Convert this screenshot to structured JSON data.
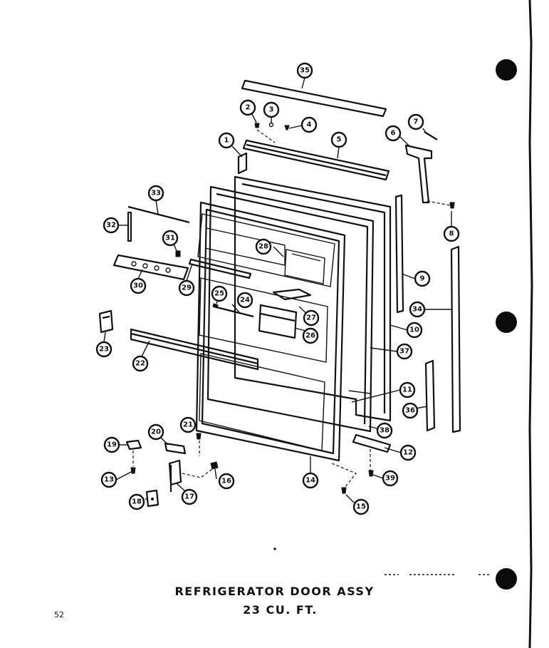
{
  "document": {
    "title_line_1": "REFRIGERATOR DOOR ASSY",
    "title_line_2": "23 CU. FT.",
    "page_number": "52"
  },
  "callouts": [
    {
      "key": "1",
      "label": "1"
    },
    {
      "key": "2",
      "label": "2"
    },
    {
      "key": "3",
      "label": "3"
    },
    {
      "key": "4",
      "label": "4"
    },
    {
      "key": "5",
      "label": "5"
    },
    {
      "key": "6",
      "label": "6"
    },
    {
      "key": "7",
      "label": "7"
    },
    {
      "key": "8",
      "label": "8"
    },
    {
      "key": "9",
      "label": "9"
    },
    {
      "key": "10",
      "label": "10"
    },
    {
      "key": "11",
      "label": "11"
    },
    {
      "key": "12",
      "label": "12"
    },
    {
      "key": "13",
      "label": "13"
    },
    {
      "key": "14",
      "label": "14"
    },
    {
      "key": "15",
      "label": "15"
    },
    {
      "key": "16",
      "label": "16"
    },
    {
      "key": "17",
      "label": "17"
    },
    {
      "key": "18",
      "label": "18"
    },
    {
      "key": "19",
      "label": "19"
    },
    {
      "key": "20",
      "label": "20"
    },
    {
      "key": "21",
      "label": "21"
    },
    {
      "key": "22",
      "label": "22"
    },
    {
      "key": "23",
      "label": "23"
    },
    {
      "key": "24",
      "label": "24"
    },
    {
      "key": "25",
      "label": "25"
    },
    {
      "key": "26",
      "label": "26"
    },
    {
      "key": "27",
      "label": "27"
    },
    {
      "key": "28",
      "label": "28"
    },
    {
      "key": "29",
      "label": "29"
    },
    {
      "key": "30",
      "label": "30"
    },
    {
      "key": "31",
      "label": "31"
    },
    {
      "key": "32",
      "label": "32"
    },
    {
      "key": "33",
      "label": "33"
    },
    {
      "key": "34",
      "label": "34"
    },
    {
      "key": "35",
      "label": "35"
    },
    {
      "key": "36",
      "label": "36"
    },
    {
      "key": "37",
      "label": "37"
    },
    {
      "key": "38",
      "label": "38"
    },
    {
      "key": "39",
      "label": "39"
    }
  ]
}
